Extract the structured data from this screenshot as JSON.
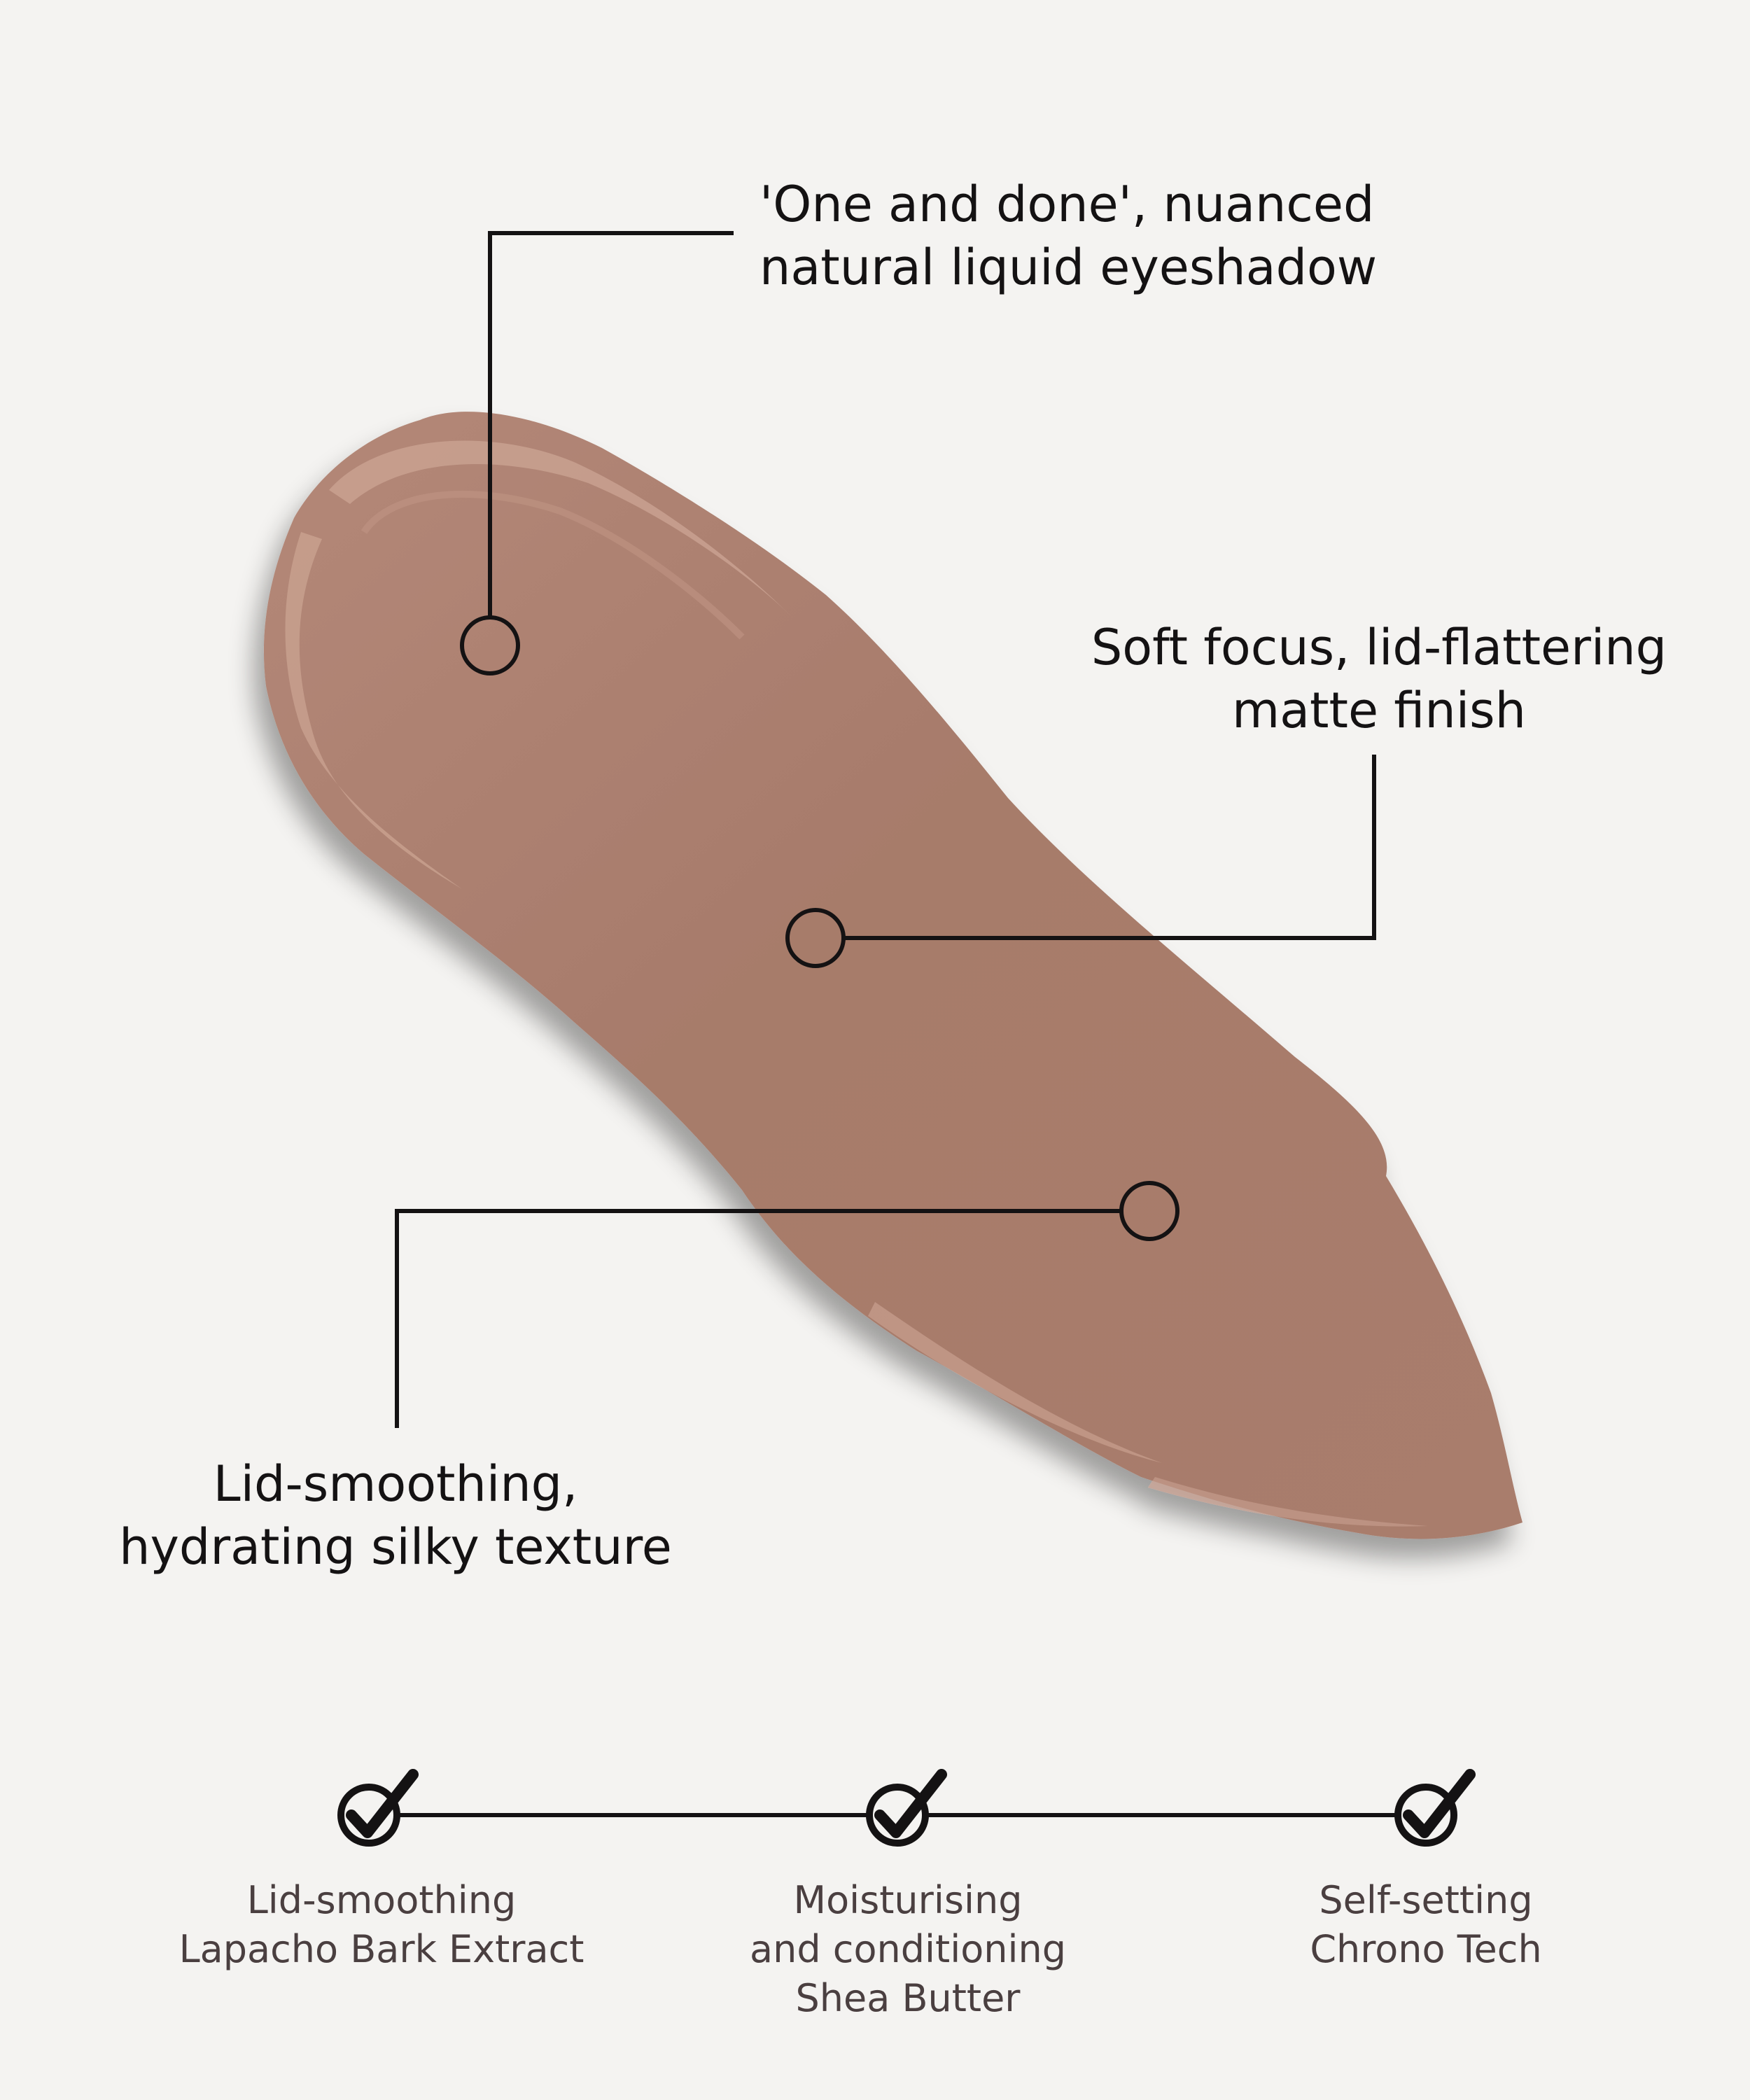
{
  "callouts": [
    {
      "lines": [
        "'One and done', nuanced",
        "natural liquid eyeshadow"
      ]
    },
    {
      "lines": [
        "Soft focus, lid-flattering",
        "matte finish"
      ]
    },
    {
      "lines": [
        "Lid-smoothing,",
        "hydrating silky texture"
      ]
    }
  ],
  "features": [
    {
      "lines": [
        "Lid-smoothing",
        "Lapacho Bark Extract"
      ]
    },
    {
      "lines": [
        "Moisturising",
        "and conditioning",
        "Shea Butter"
      ]
    },
    {
      "lines": [
        "Self-setting",
        "Chrono Tech"
      ]
    }
  ],
  "colors": {
    "background": "#f4f3f1",
    "swatch": "#a77b6b",
    "swatch_highlight": "#c49b8b",
    "line": "#141213",
    "feature_text": "#4a3f40"
  },
  "icons": {
    "feature": "check-circle-icon"
  }
}
